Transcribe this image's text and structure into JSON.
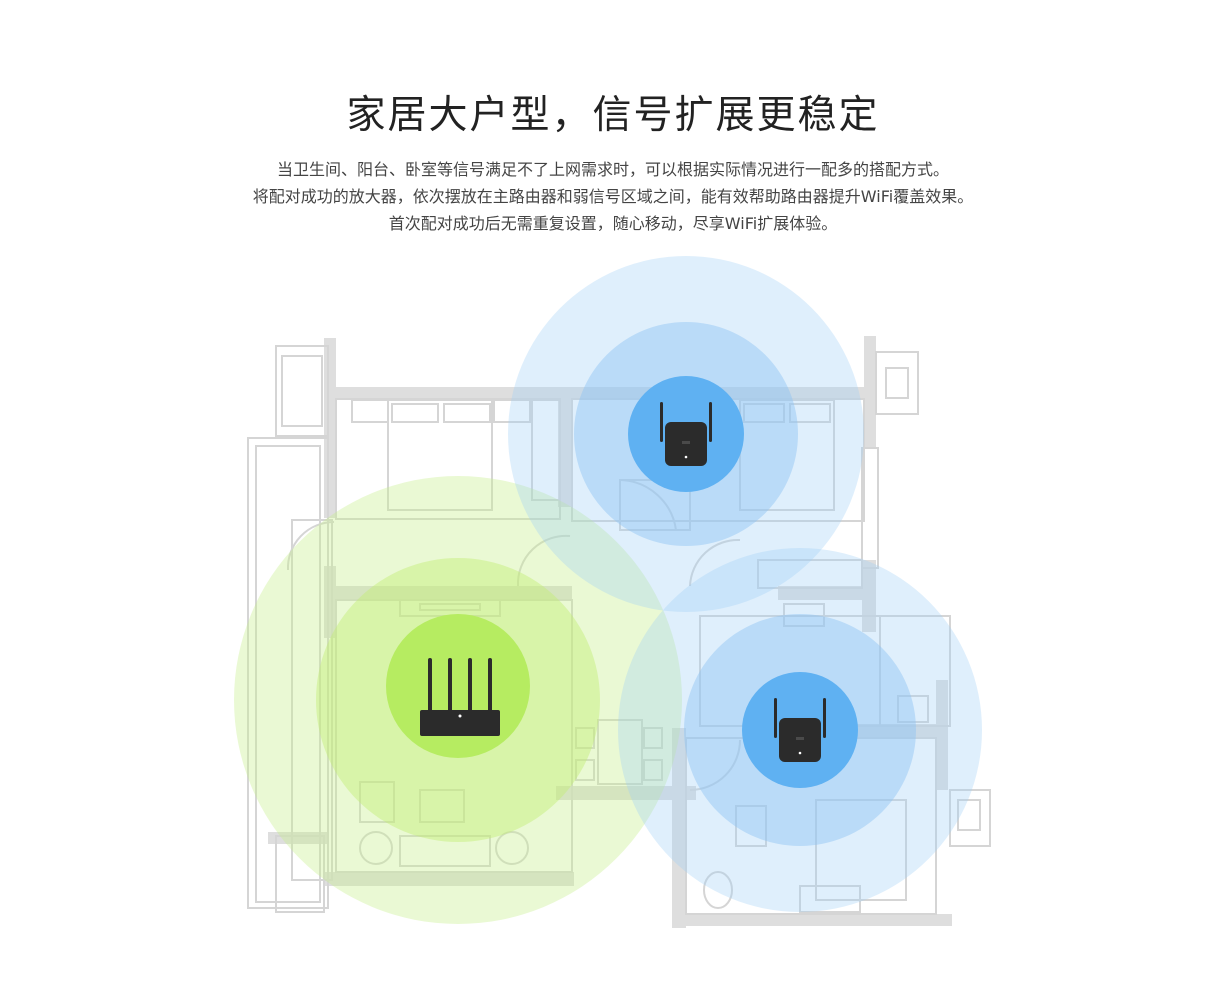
{
  "header": {
    "title": "家居大户型，信号扩展更稳定",
    "lines": [
      "当卫生间、阳台、卧室等信号满足不了上网需求时，可以根据实际情况进行一配多的搭配方式。",
      "将配对成功的放大器，依次摆放在主路由器和弱信号区域之间，能有效帮助路由器提升WiFi覆盖效果。",
      "首次配对成功后无需重复设置，随心移动，尽享WiFi扩展体验。"
    ]
  },
  "colors": {
    "router_coverage": "#c3f08a",
    "extender_coverage": "#8ec5f5",
    "router_core": "#b6ec61",
    "extender_core": "#5fb1f2",
    "device_body": "#2b2b2b",
    "floorplan": "#d3d3d3"
  },
  "icons": {
    "router": "router-icon",
    "extender": "wifi-extender-icon"
  }
}
